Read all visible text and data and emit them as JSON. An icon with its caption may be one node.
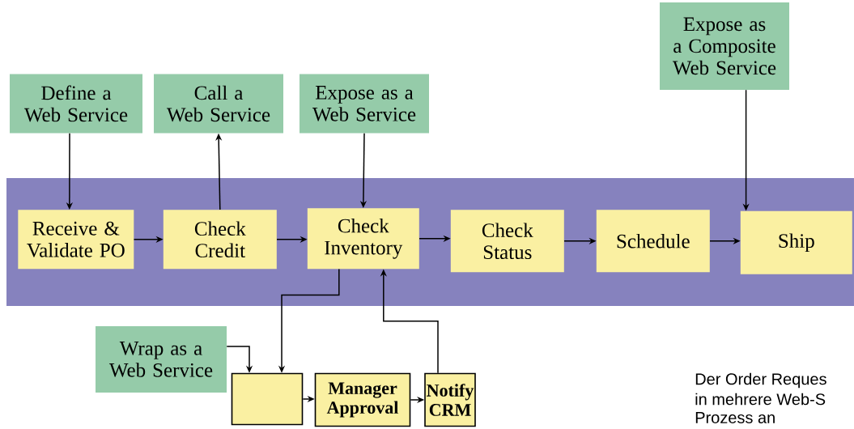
{
  "diagram": {
    "nodes": [
      {
        "text": [
          "Define a Web Service"
        ]
      },
      {
        "text": [
          "Call a Web Service"
        ]
      },
      {
        "text": [
          "Expose as a Web Service"
        ]
      },
      {
        "text": [
          "Expose as a Composite Web Service"
        ]
      },
      {
        "text": [],
        "shape": "box"
      },
      {
        "text": [
          "Receive & Validate PO"
        ],
        "in": 4
      },
      {
        "text": [
          "Check Credit"
        ],
        "in": 4
      },
      {
        "text": [
          "Check Inventory"
        ],
        "in": 4
      },
      {
        "text": [
          "Check Status"
        ],
        "in": 4
      },
      {
        "text": [
          "Schedule"
        ],
        "in": 4
      },
      {
        "text": [
          "Ship"
        ],
        "in": 4
      },
      {
        "text": [
          "Wrap as a Web Service"
        ]
      },
      {
        "text": [],
        "shape": "box"
      },
      {
        "text": [
          "Manager Approval"
        ]
      },
      {
        "text": [
          "Notify CRM"
        ]
      }
    ],
    "edges": [
      {
        "from": 0,
        "to": 5,
        "arrow": "to"
      },
      {
        "from": 6,
        "to": 1,
        "arrow": "to"
      },
      {
        "from": 2,
        "to": 7,
        "arrow": "to"
      },
      {
        "from": 3,
        "to": 10,
        "arrow": "to"
      },
      {
        "from": 5,
        "to": 6,
        "arrow": "to"
      },
      {
        "from": 6,
        "to": 7,
        "arrow": "to"
      },
      {
        "from": 7,
        "to": 8,
        "arrow": "to"
      },
      {
        "from": 8,
        "to": 9,
        "arrow": "to"
      },
      {
        "from": 9,
        "to": 10,
        "arrow": "to"
      },
      {
        "from": 7,
        "to": 12,
        "arrow": "to"
      },
      {
        "from": 11,
        "to": 12,
        "arrow": "to"
      },
      {
        "from": 12,
        "to": 13,
        "arrow": "to"
      },
      {
        "from": 13,
        "to": 14,
        "arrow": "to"
      },
      {
        "from": 14,
        "to": 7,
        "arrow": "to"
      }
    ],
    "labels": [
      "Der Order Reques",
      "in mehrere Web-S",
      "Prozess an"
    ]
  }
}
